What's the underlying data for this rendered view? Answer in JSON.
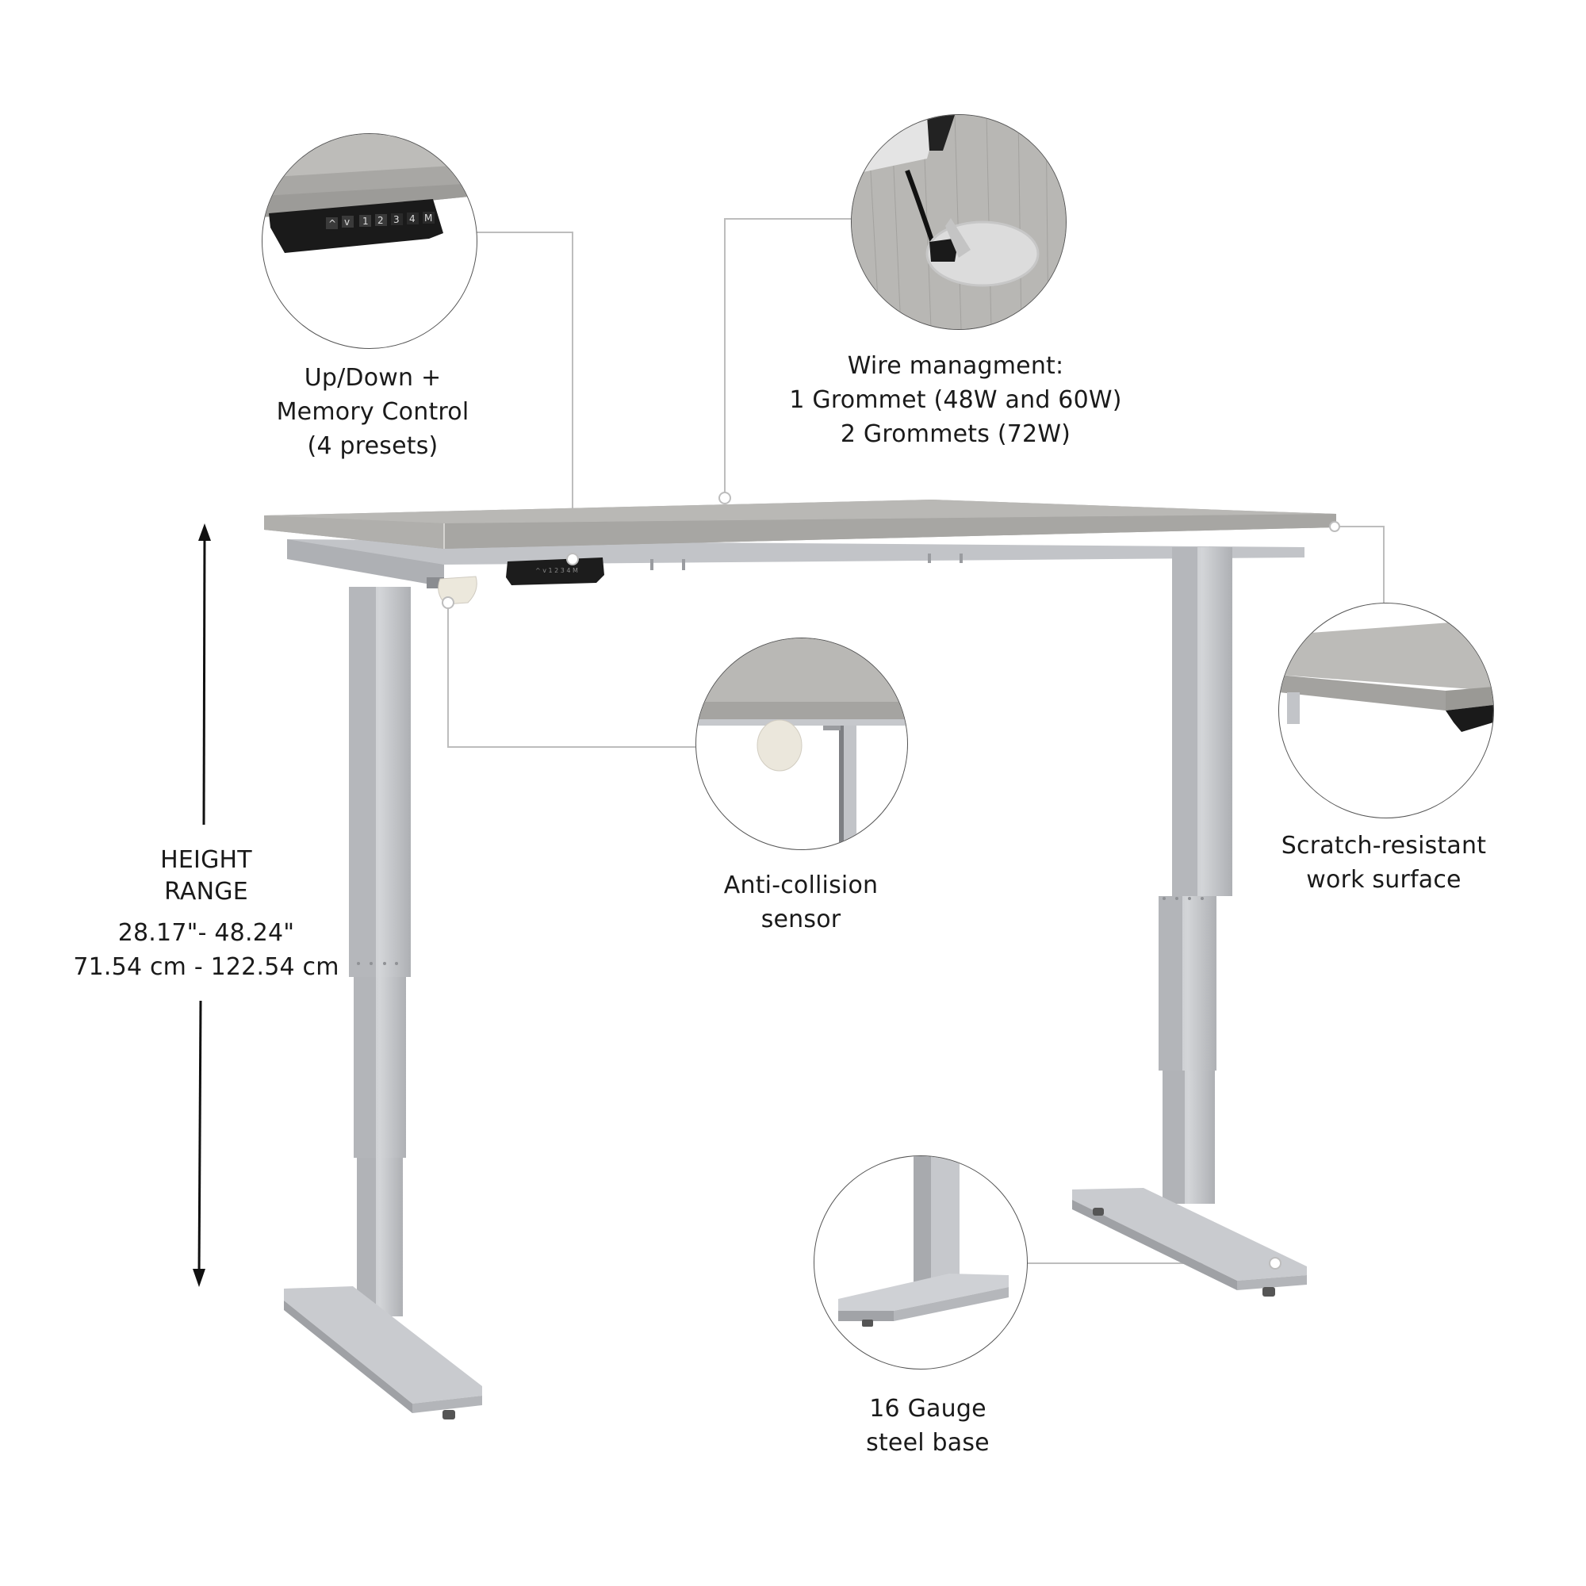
{
  "image": {
    "subject": "Electric height adjustable standing desk with feature callouts",
    "colors": {
      "background": "#ffffff",
      "desktop_surface": "#a9a9a7",
      "desktop_edge": "#b8b7b4",
      "steel_frame": "#c5c7cb",
      "control_panel": "#1c1c1c",
      "text": "#1a1a1a",
      "leader_line": "#bdbdbd"
    }
  },
  "callouts": {
    "control": {
      "lines": [
        "Up/Down +",
        "Memory Control",
        "(4 presets)"
      ],
      "buttons": [
        "^",
        "v",
        "1",
        "2",
        "3",
        "4",
        "M"
      ]
    },
    "wire": {
      "lines": [
        "Wire managment:",
        "1 Grommet (48W and 60W)",
        "2 Grommets (72W)"
      ]
    },
    "sensor": {
      "lines": [
        "Anti-collision",
        "sensor"
      ]
    },
    "surface": {
      "lines": [
        "Scratch-resistant",
        "work surface"
      ]
    },
    "base": {
      "lines": [
        "16 Gauge",
        "steel base"
      ]
    },
    "height": {
      "title_lines": [
        "HEIGHT",
        "RANGE"
      ],
      "value_lines": [
        "28.17\"- 48.24\"",
        "71.54 cm - 122.54 cm"
      ]
    }
  }
}
